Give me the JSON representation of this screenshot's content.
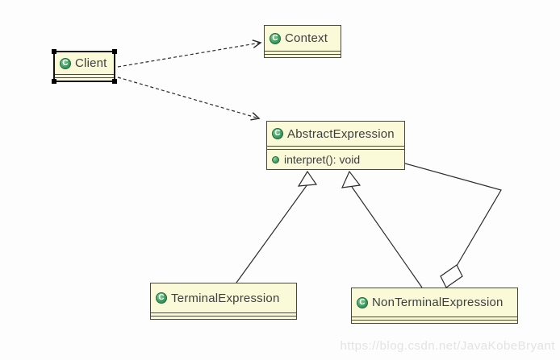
{
  "watermark": "https://blog.csdn.net/JavaKobeBryant",
  "icons": {
    "class_letter": "C"
  },
  "colors": {
    "box_fill": "#FAF9D8",
    "box_border": "#4A4A3C",
    "selected_border": "#141414",
    "icon_green": "#3E9B5F",
    "icon_green_dark": "#1F6B3C",
    "name_text": "#3F3F3F",
    "line": "#2B2B2B",
    "watermark_text": "#E3E3E3",
    "canvas_bg": "#FDFDFD"
  },
  "classes": {
    "client": {
      "name": "Client",
      "selected": true
    },
    "context": {
      "name": "Context"
    },
    "abstractExpression": {
      "name": "AbstractExpression",
      "method": "interpret(): void"
    },
    "terminalExpression": {
      "name": "TerminalExpression"
    },
    "nonTerminalExpression": {
      "name": "NonTerminalExpression"
    }
  },
  "relations": [
    {
      "from": "Client",
      "to": "Context",
      "type": "dependency",
      "style": "dashed-open-arrow"
    },
    {
      "from": "Client",
      "to": "AbstractExpression",
      "type": "dependency",
      "style": "dashed-open-arrow"
    },
    {
      "from": "TerminalExpression",
      "to": "AbstractExpression",
      "type": "generalization",
      "style": "solid-hollow-triangle"
    },
    {
      "from": "NonTerminalExpression",
      "to": "AbstractExpression",
      "type": "generalization",
      "style": "solid-hollow-triangle"
    },
    {
      "from": "NonTerminalExpression",
      "to": "AbstractExpression",
      "type": "aggregation",
      "style": "solid-hollow-diamond"
    }
  ]
}
